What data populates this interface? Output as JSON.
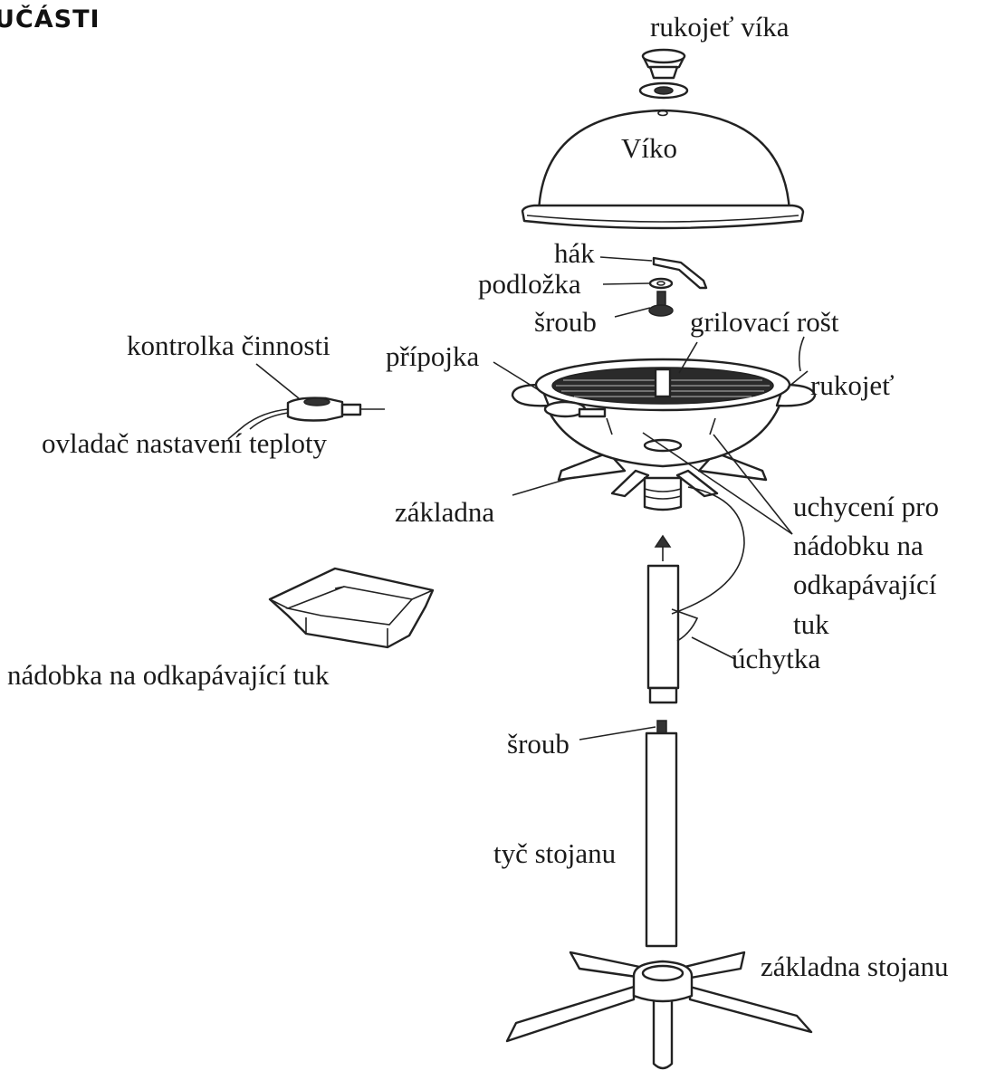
{
  "heading": "UČÁSTI",
  "labels": {
    "lid_handle": "rukojeť víka",
    "lid": "Víko",
    "hook": "hák",
    "washer": "podložka",
    "screw_top": "šroub",
    "grill_grate": "grilovací rošt",
    "indicator_light": "kontrolka činnosti",
    "connector": "přípojka",
    "handle": "rukojeť",
    "temperature_control": "ovladač nastavení teploty",
    "base": "základna",
    "drip_holder_line1": "uchycení pro",
    "drip_holder_line2": "nádobku na",
    "drip_holder_line3": "odkapávající",
    "drip_holder_line4": "tuk",
    "drip_tray": "nádobka na odkapávající tuk",
    "clip": "úchytka",
    "screw_bottom": "šroub",
    "stand_pole": "tyč stojanu",
    "stand_base": "základna stojanu"
  }
}
